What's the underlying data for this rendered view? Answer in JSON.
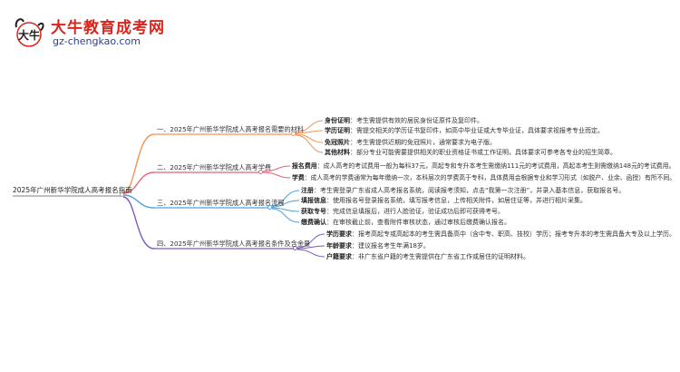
{
  "logo": {
    "title": "大牛教育成考网",
    "url": "gz-chengkao.com",
    "mark_text": "大牛"
  },
  "root": "2025年广州新华学院成人高考报名指南",
  "colors": {
    "root": "#9b9b9b",
    "b1": "#f0955a",
    "b2": "#e4627b",
    "b3": "#4aa3df",
    "b4": "#7a5bbf",
    "logo_red": "#d9261c",
    "logo_blue": "#2f3e8e"
  },
  "branches": [
    {
      "title": "一、2025年广州新华学院成人高考报名需要的材料",
      "items": [
        {
          "label": "身份证明",
          "text": "：考生需提供有效的居民身份证原件及复印件。"
        },
        {
          "label": "学历证明",
          "text": "：需提交相关的学历证书复印件，如高中毕业证或大专毕业证，具体要求视报考专业而定。"
        },
        {
          "label": "免冠照片",
          "text": "：考生需提供近期的免冠照片，通常要求为电子版。"
        },
        {
          "label": "其他材料",
          "text": "：部分专业可能需要提供相关的职业资格证书或工作证明，具体要求可参考各专业的招生简章。"
        }
      ]
    },
    {
      "title": "二、2025年广州新华学院成人高考学费",
      "items": [
        {
          "label": "报名费用",
          "text": "：成人高考的考试费用一般为每科37元，高起专和专升本考生需缴纳111元的考试费用，高起本考生则需缴纳148元的考试费用。"
        },
        {
          "label": "学费",
          "text": "：成人高考的学费通常为每年缴纳一次，本科层次的学费高于专科，具体费用会根据专业和学习形式（如脱产、业余、函授）有所不同。"
        }
      ]
    },
    {
      "title": "三、2025年广州新华学院成人高考报名流程",
      "items": [
        {
          "label": "注册",
          "text": "：考生需登录广东省成人高考报名系统，阅读报考须知，点击“我第一次注册”，并录入基本信息，获取报名号。"
        },
        {
          "label": "填报信息",
          "text": "：使用报名号登录报名系统，填写报考信息，上传相关附件，如居住证等，并进行相片采集。"
        },
        {
          "label": "获取专号",
          "text": "：完成信息填报后，进行人脸验证，验证成功后即可获得考号。"
        },
        {
          "label": "缴费确认",
          "text": "：在审核截止前，查看附件审核状态，通过审核后缴费确认报名。"
        }
      ]
    },
    {
      "title": "四、2025年广州新华学院成人高考报名条件及含金量",
      "items": [
        {
          "label": "学历要求",
          "text": "：报考高起专或高起本的考生需具备高中（含中专、职高、技校）学历；报考专升本的考生需具备大专及以上学历。"
        },
        {
          "label": "年龄要求",
          "text": "：建议报名考生年满18岁。"
        },
        {
          "label": "户籍要求",
          "text": "：非广东省户籍的考生需提供在广东省工作或居住的证明材料。"
        }
      ]
    }
  ]
}
